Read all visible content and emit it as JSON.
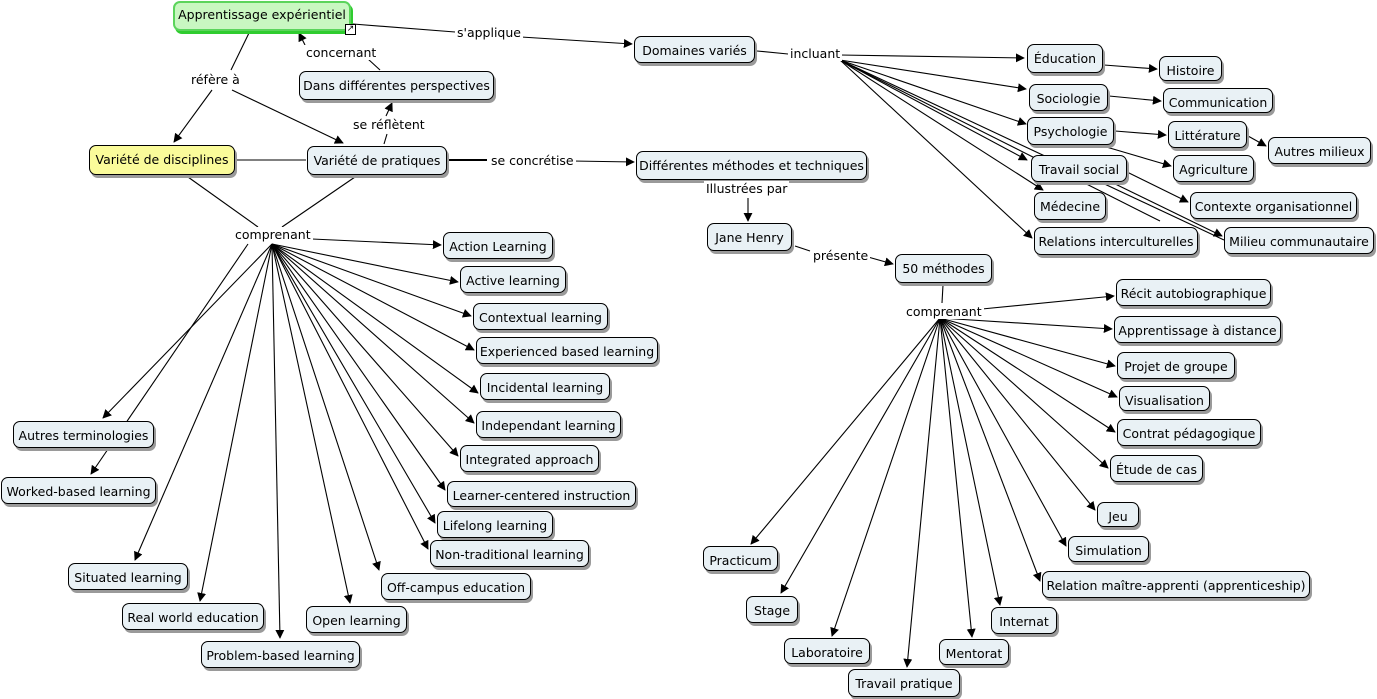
{
  "nodes": {
    "apprentissage": "Apprentissage expérientiel",
    "domaines": "Domaines variés",
    "perspectives": "Dans différentes perspectives",
    "disciplines": "Variété de disciplines",
    "pratiques": "Variété de pratiques",
    "methodes": "Différentes méthodes et techniques",
    "jane_henry": "Jane Henry",
    "cinquante": "50 méthodes",
    "education": "Éducation",
    "histoire": "Histoire",
    "sociologie": "Sociologie",
    "communication": "Communication",
    "psychologie": "Psychologie",
    "litterature": "Littérature",
    "autres_milieux": "Autres milieux",
    "travail_social": "Travail social",
    "agriculture": "Agriculture",
    "medecine": "Médecine",
    "contexte_org": "Contexte organisationnel",
    "relations_inter": "Relations interculturelles",
    "milieu_comm": "Milieu communautaire",
    "action_learning": "Action Learning",
    "active_learning": "Active learning",
    "contextual_learning": "Contextual learning",
    "experienced_learning": "Experienced based learning",
    "incidental_learning": "Incidental learning",
    "independant_learning": "Independant learning",
    "integrated_approach": "Integrated approach",
    "learner_centered": "Learner-centered instruction",
    "lifelong_learning": "Lifelong learning",
    "nontraditional_learning": "Non-traditional learning",
    "offcampus_education": "Off-campus education",
    "open_learning": "Open learning",
    "problem_based": "Problem-based learning",
    "real_world": "Real world education",
    "situated_learning": "Situated learning",
    "autres_terminologies": "Autres terminologies",
    "worked_based": "Worked-based learning",
    "recit": "Récit autobiographique",
    "distance": "Apprentissage à distance",
    "projet": "Projet de groupe",
    "visualisation": "Visualisation",
    "contrat": "Contrat pédagogique",
    "etude": "Étude de cas",
    "jeu": "Jeu",
    "simulation": "Simulation",
    "relation_maitre": "Relation maître-apprenti (apprenticeship)",
    "internat": "Internat",
    "mentorat": "Mentorat",
    "travail_pratique": "Travail pratique",
    "laboratoire": "Laboratoire",
    "stage": "Stage",
    "practicum": "Practicum"
  },
  "link_labels": {
    "s_applique": "s'applique",
    "concernant": "concernant",
    "refere_a": "réfère à",
    "se_refletent": "se réflètent",
    "se_concretise": "se concrétise",
    "incluant": "incluant",
    "illustrees_par": "Illustrées par",
    "presente": "présente",
    "comprenant_left": "comprenant",
    "comprenant_right": "comprenant"
  },
  "icons": {
    "external_link": "external-link-icon"
  }
}
